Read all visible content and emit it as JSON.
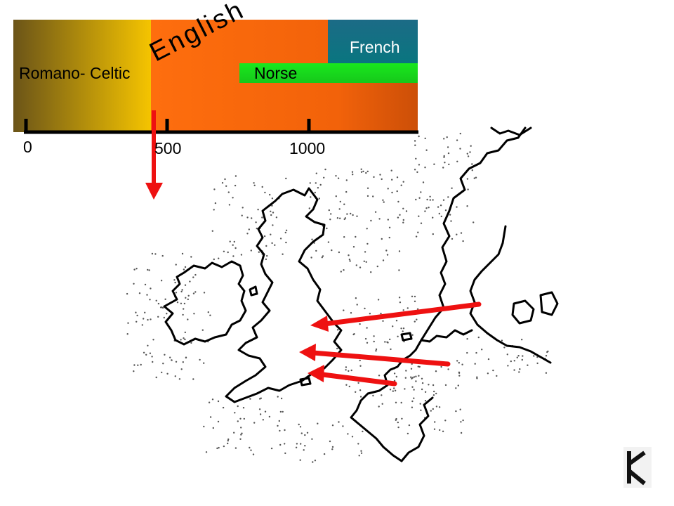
{
  "timeline": {
    "segments": {
      "romano_celtic": "Romano- Celtic",
      "english": "English",
      "norse": "Norse",
      "french": "French"
    },
    "ticks": [
      "0",
      "500",
      "1000"
    ]
  },
  "colors": {
    "romano_dark": "#6b5418",
    "romano_light": "#f5c400",
    "english_orange": "#fe6e0e",
    "english_dark": "#cc4f08",
    "norse_green": "#19e81e",
    "french_blue": "#1c6b86",
    "french_teal": "#05787e",
    "arrow_red": "#ee1111"
  },
  "icons": {
    "map": "britain-europe-map",
    "logo": "rune-logo-icon"
  }
}
